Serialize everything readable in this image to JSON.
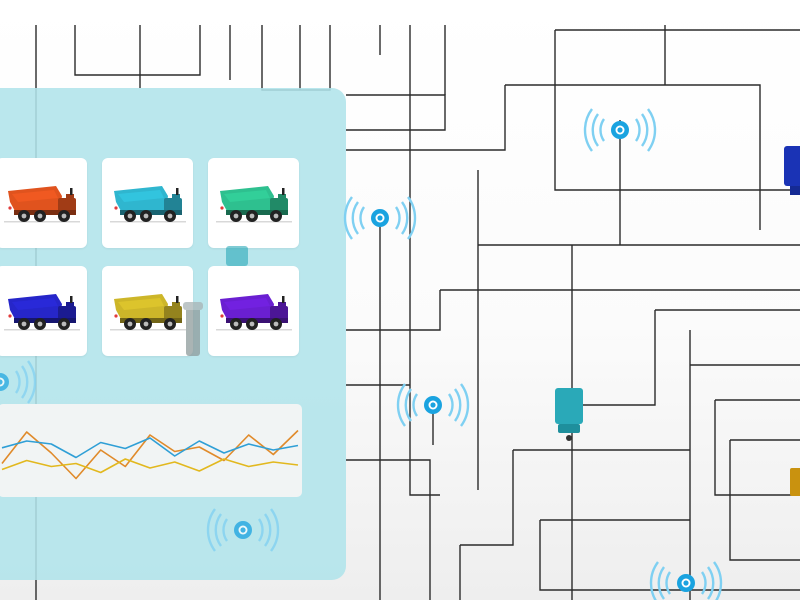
{
  "palette": {
    "line": "#2b2b2b",
    "panel": "#b0e4ea",
    "signal": "#1aa3e0",
    "signal_ring": "#7fd0f2",
    "device_teal": "#2aa9b8",
    "device_navy": "#1a33b5",
    "device_gold": "#c9920f"
  },
  "trucks": [
    {
      "id": "orange",
      "color": "#e0531e"
    },
    {
      "id": "cyan",
      "color": "#2fb6cf"
    },
    {
      "id": "green",
      "color": "#2ec08f"
    },
    {
      "id": "blue",
      "color": "#2626c9"
    },
    {
      "id": "yellow",
      "color": "#cdb629"
    },
    {
      "id": "purple",
      "color": "#6a1fd1"
    }
  ],
  "chart_data": {
    "type": "line",
    "x": [
      0,
      1,
      2,
      3,
      4,
      5,
      6,
      7,
      8,
      9,
      10,
      11,
      12
    ],
    "series": [
      {
        "color": "#e08a2a",
        "values": [
          34,
          76,
          48,
          14,
          52,
          30,
          72,
          50,
          56,
          38,
          72,
          46,
          78
        ]
      },
      {
        "color": "#2f9fd6",
        "values": [
          55,
          64,
          60,
          42,
          62,
          54,
          68,
          44,
          64,
          48,
          60,
          52,
          58
        ]
      },
      {
        "color": "#e2b81e",
        "values": [
          26,
          38,
          30,
          34,
          22,
          40,
          28,
          36,
          24,
          40,
          30,
          36,
          32
        ]
      }
    ],
    "ylim": [
      0,
      100
    ],
    "grid": false,
    "legend": "none"
  },
  "signals": [
    {
      "id": "upper-center",
      "name": "wireless-signal-icon"
    },
    {
      "id": "left-middle",
      "name": "wireless-signal-icon"
    },
    {
      "id": "center",
      "name": "wireless-signal-icon"
    },
    {
      "id": "lower-left",
      "name": "wireless-signal-icon"
    },
    {
      "id": "bottom",
      "name": "wireless-signal-icon"
    },
    {
      "id": "far-left",
      "name": "wireless-signal-icon"
    }
  ],
  "devices": [
    {
      "id": "teal-camera",
      "name": "camera-sensor-icon"
    },
    {
      "id": "navy-box",
      "name": "device-box-icon"
    },
    {
      "id": "gold-box",
      "name": "device-box-icon"
    },
    {
      "id": "teal-small",
      "name": "sensor-icon"
    },
    {
      "id": "gray-pole",
      "name": "pole-icon"
    }
  ]
}
